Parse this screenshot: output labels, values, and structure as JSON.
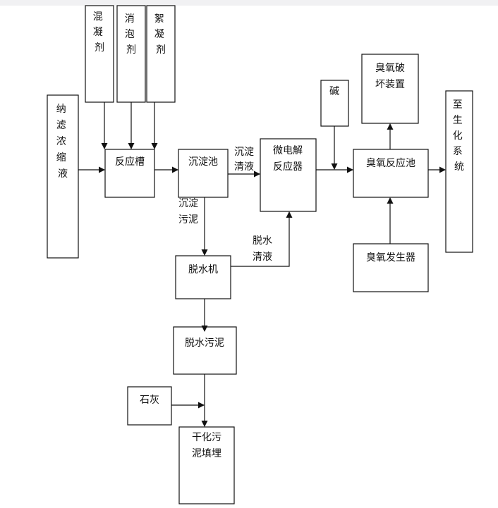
{
  "diagram": {
    "nodes": {
      "coagulant": "混凝剂",
      "defoamer": "消泡剂",
      "flocculant": "絮凝剂",
      "nf_concentrate": "纳滤浓缩液",
      "reaction_tank": "反应槽",
      "sedimentation_tank": "沉淀池",
      "micro_electrolysis_l1": "微电解",
      "micro_electrolysis_l2": "反应器",
      "alkali": "碱",
      "ozone_destruct_l1": "臭氧破",
      "ozone_destruct_l2": "坏装置",
      "ozone_reaction_tank": "臭氧反应池",
      "to_biochem": "至生化系统",
      "ozone_generator": "臭氧发生器",
      "dewatering_machine": "脱水机",
      "dewatered_sludge": "脱水污泥",
      "lime": "石灰",
      "landfill_l1": "干化污",
      "landfill_l2": "泥填埋"
    },
    "edge_labels": {
      "settled_liquid_l1": "沉淀",
      "settled_liquid_l2": "清液",
      "settled_sludge_l1": "沉淀",
      "settled_sludge_l2": "污泥",
      "dewater_liquid_l1": "脱水",
      "dewater_liquid_l2": "清液"
    }
  }
}
